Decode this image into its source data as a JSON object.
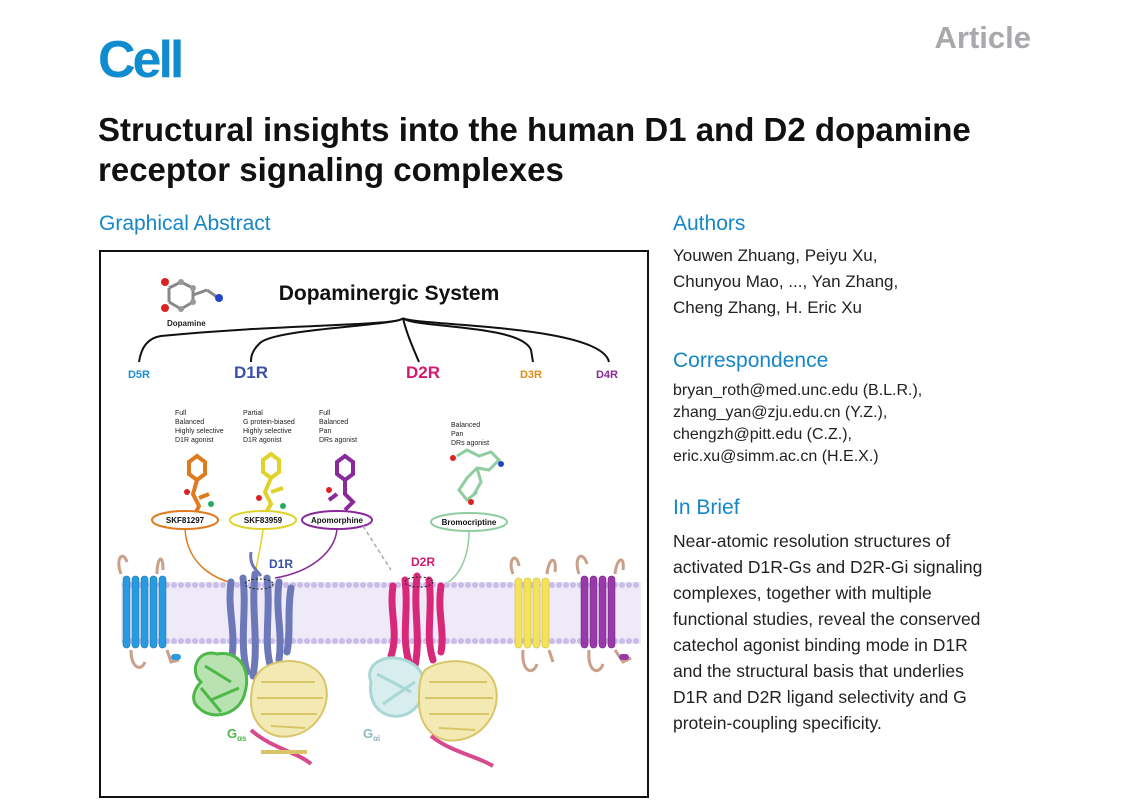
{
  "header": {
    "journal": "Cell",
    "article_type": "Article",
    "title": "Structural insights into the human D1 and D2 dopamine receptor signaling complexes"
  },
  "graphical_abstract": {
    "heading": "Graphical Abstract",
    "system_title": "Dopaminergic System",
    "dopamine_label": "Dopamine",
    "receptors": [
      "D5R",
      "D1R",
      "D2R",
      "D3R",
      "D4R"
    ],
    "ligands": [
      {
        "name": "SKF81297",
        "desc": [
          "Full",
          "Balanced",
          "Highly selective",
          "D1R agonist"
        ],
        "color": "#e07a1e"
      },
      {
        "name": "SKF83959",
        "desc": [
          "Partial",
          "G protein-biased",
          "Highly selective",
          "D1R agonist"
        ],
        "color": "#e0d22a"
      },
      {
        "name": "Apomorphine",
        "desc": [
          "Full",
          "Balanced",
          "Pan",
          "DRs agonist"
        ],
        "color": "#8a2a9a"
      },
      {
        "name": "Bromocriptine",
        "desc": [
          "Balanced",
          "Pan",
          "DRs agonist"
        ],
        "color": "#8fcca0"
      }
    ],
    "receptor_labels_membrane": [
      "D1R",
      "D2R"
    ],
    "g_protein_labels": [
      {
        "main": "G",
        "sub": "αs"
      },
      {
        "main": "G",
        "sub": "αi"
      }
    ],
    "colors": {
      "D5R": "#1a8fd6",
      "D1R": "#3a4fa8",
      "D2R": "#d41a6e",
      "D3R": "#e08b12",
      "D4R": "#8a2a9a",
      "membrane": "#c8bde8",
      "d1_helix": "#6c78b8",
      "d2_helix": "#d8287a",
      "gas": "#4cb848",
      "gai": "#a9d6d6",
      "gbeta": "#ecdc8a"
    }
  },
  "authors": {
    "heading": "Authors",
    "lines": [
      "Youwen Zhuang, Peiyu Xu,",
      "Chunyou Mao, ..., Yan Zhang,",
      "Cheng Zhang, H. Eric Xu"
    ]
  },
  "correspondence": {
    "heading": "Correspondence",
    "emails": [
      "bryan_roth@med.unc.edu (B.L.R.),",
      "zhang_yan@zju.edu.cn (Y.Z.),",
      "chengzh@pitt.edu (C.Z.),",
      "eric.xu@simm.ac.cn (H.E.X.)"
    ]
  },
  "in_brief": {
    "heading": "In Brief",
    "lines": [
      "Near-atomic resolution structures of",
      "activated D1R-Gs and D2R-Gi signaling",
      "complexes, together with multiple",
      "functional studies, reveal the conserved",
      "catechol agonist binding mode in D1R",
      "and the structural basis that underlies",
      "D1R and D2R ligand selectivity and G",
      "protein-coupling specificity."
    ]
  }
}
